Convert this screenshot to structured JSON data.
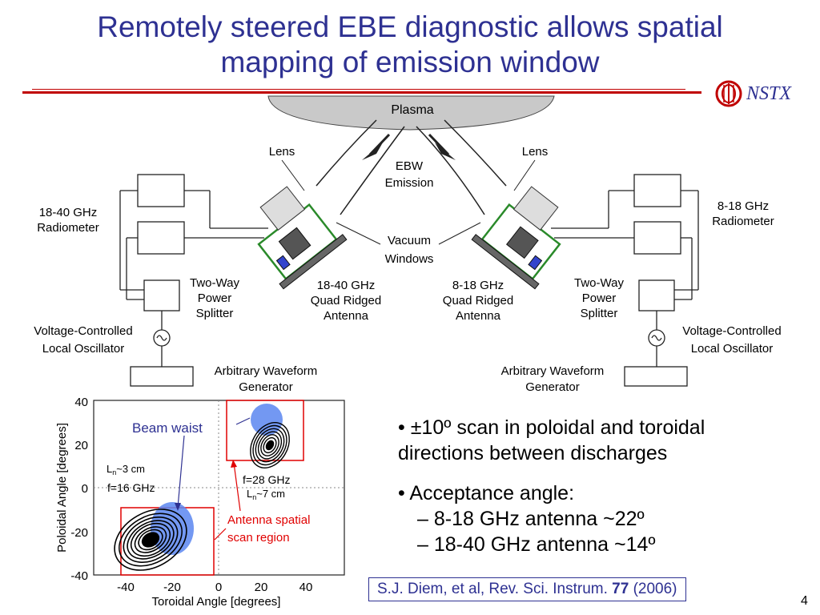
{
  "slide": {
    "title_line1": "Remotely steered EBE diagnostic allows spatial",
    "title_line2": "mapping of emission window",
    "logo_text": "NSTX",
    "page_number": "4"
  },
  "diagram": {
    "plasma": "Plasma",
    "lens_left": "Lens",
    "lens_right": "Lens",
    "ebw": "EBW",
    "emission": "Emission",
    "vacuum": "Vacuum",
    "windows": "Windows",
    "radiometer_left_1": "18-40 GHz",
    "radiometer_left_2": "Radiometer",
    "radiometer_right_1": "8-18 GHz",
    "radiometer_right_2": "Radiometer",
    "splitter_left": [
      "Two-Way",
      "Power",
      "Splitter"
    ],
    "splitter_right": [
      "Two-Way",
      "Power",
      "Splitter"
    ],
    "antenna_left": [
      "18-40 GHz",
      "Quad Ridged",
      "Antenna"
    ],
    "antenna_right": [
      "8-18 GHz",
      "Quad Ridged",
      "Antenna"
    ],
    "vco_left_1": "Voltage-Controlled",
    "vco_left_2": "Local Oscillator",
    "vco_right_1": "Voltage-Controlled",
    "vco_right_2": "Local Oscillator",
    "awg_left_1": "Arbitrary Waveform",
    "awg_left_2": "Generator",
    "awg_right_1": "Arbitrary Waveform",
    "awg_right_2": "Generator"
  },
  "plot": {
    "ylabel": "Poloidal Angle [degrees]",
    "xlabel": "Toroidal Angle [degrees]",
    "xticks": [
      "-40",
      "-20",
      "0",
      "20",
      "40"
    ],
    "yticks": [
      "40",
      "20",
      "0",
      "-20",
      "-40"
    ],
    "beam_waist": "Beam waist",
    "ln_left_prefix": "L",
    "ln_left_sub": "n",
    "ln_left_suffix": "~3 cm",
    "f_left": "f=16 GHz",
    "f_right": "f=28 GHz",
    "ln_right_prefix": "L",
    "ln_right_sub": "n",
    "ln_right_suffix": "~7 cm",
    "scan_region_1": "Antenna spatial",
    "scan_region_2": "scan region",
    "colors": {
      "scan_box": "#e00000",
      "beam": "#5a86f0",
      "label_blue": "#2e3192"
    }
  },
  "bullets": {
    "b1_symbol": "±10º",
    "b1_rest": " scan in poloidal and toroidal",
    "b1_line2": "directions between discharges",
    "b2": "Acceptance angle:",
    "b2_sub1": "– 8-18 GHz antenna ~22º",
    "b2_sub2": "– 18-40 GHz antenna ~14º"
  },
  "citation": {
    "text_before": "S.J. Diem, et al, Rev. Sci. Instrum. ",
    "volume": "77",
    "text_after": " (2006)"
  }
}
